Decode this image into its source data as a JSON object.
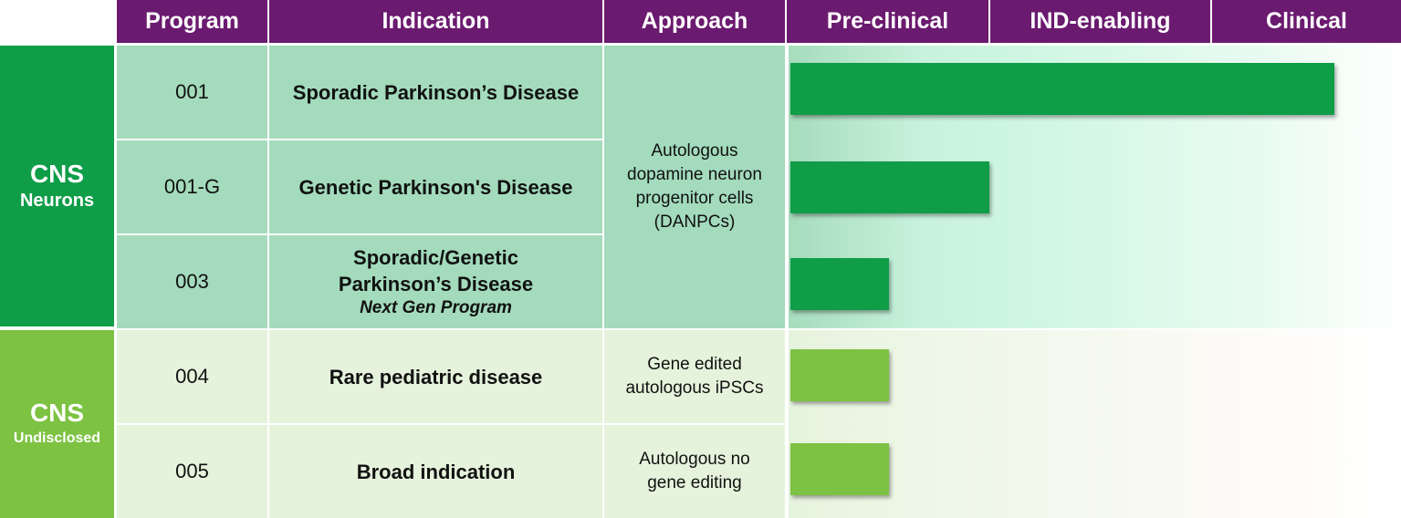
{
  "header": {
    "program": "Program",
    "indication": "Indication",
    "approach": "Approach",
    "stages": [
      "Pre-clinical",
      "IND-enabling",
      "Clinical"
    ]
  },
  "groups": [
    {
      "title": "CNS",
      "subtitle": "Neurons",
      "color": "#0f9d48"
    },
    {
      "title": "CNS",
      "subtitle": "Undisclosed",
      "color": "#7dc242"
    }
  ],
  "rows": [
    {
      "program": "001",
      "indication": "Sporadic Parkinson’s Disease"
    },
    {
      "program": "001-G",
      "indication": "Genetic Parkinson's Disease"
    },
    {
      "program": "003",
      "indication_line1": "Sporadic/Genetic",
      "indication_line2": "Parkinson’s Disease",
      "indication_note": "Next Gen Program"
    },
    {
      "program": "004",
      "indication": "Rare pediatric disease"
    },
    {
      "program": "005",
      "indication": "Broad indication"
    }
  ],
  "approaches": {
    "danpc_lines": [
      "Autologous",
      "dopamine neuron",
      "progenitor cells",
      "(DANPCs)"
    ],
    "row4_lines": [
      "Gene edited",
      "autologous iPSCs"
    ],
    "row5_lines": [
      "Autologous no",
      "gene editing"
    ]
  },
  "colors": {
    "header_purple": "#6a1a6f",
    "neurons_green": "#0f9d48",
    "undisclosed_green": "#7dc242",
    "neurons_row_bg": "#a3dbbc",
    "undisclosed_row_bg": "#e5f3dc"
  },
  "chart_data": {
    "type": "bar",
    "orientation": "horizontal",
    "stages": [
      "Pre-clinical",
      "IND-enabling",
      "Clinical"
    ],
    "categories": [
      "001",
      "001-G",
      "003",
      "004",
      "005"
    ],
    "values": [
      2.65,
      1.0,
      0.5,
      0.5,
      0.5
    ],
    "value_unit": "stage progress (1 = end of Pre-clinical, 2 = end of IND-enabling, 3 = end of Clinical)",
    "xlim": [
      0,
      3
    ],
    "bar_colors": [
      "#0f9d48",
      "#0f9d48",
      "#0f9d48",
      "#7dc242",
      "#7dc242"
    ]
  }
}
